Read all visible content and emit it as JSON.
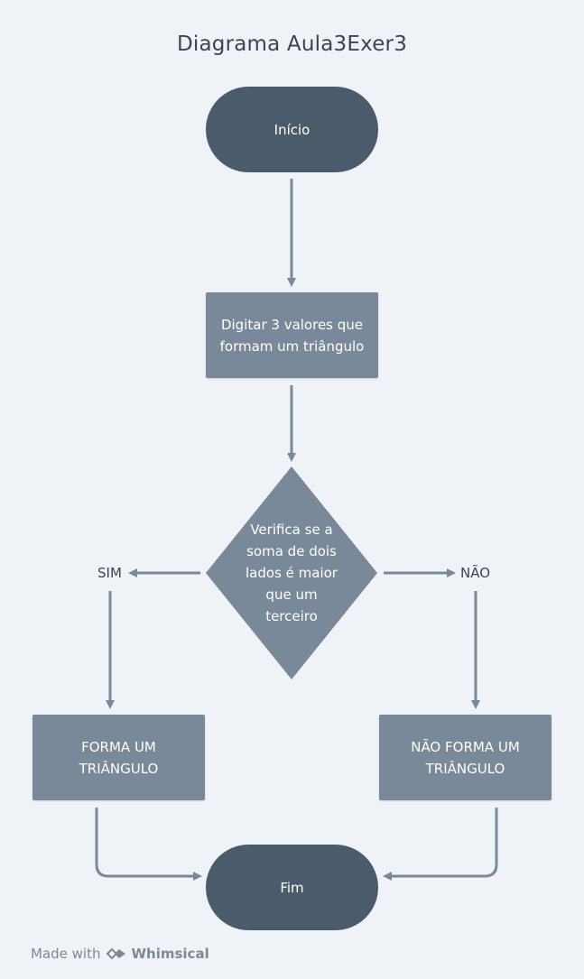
{
  "diagram": {
    "title": "Diagrama Aula3Exer3",
    "nodes": {
      "start": "Início",
      "input": "Digitar 3 valores que formam um triângulo",
      "decision": "Verifica se a soma de dois lados é maior que um terceiro",
      "yes_result": "FORMA UM TRIÂNGULO",
      "no_result": "NÃO FORMA UM TRIÂNGULO",
      "end": "Fim"
    },
    "branches": {
      "yes": "SIM",
      "no": "NÃO"
    }
  },
  "footer": {
    "made_with": "Made with",
    "brand": "Whimsical"
  },
  "colors": {
    "background": "#eff2f6",
    "terminal": "#4a5b6b",
    "process": "#7a8999",
    "connector": "#7a8999",
    "text_dark": "#3a4552"
  }
}
